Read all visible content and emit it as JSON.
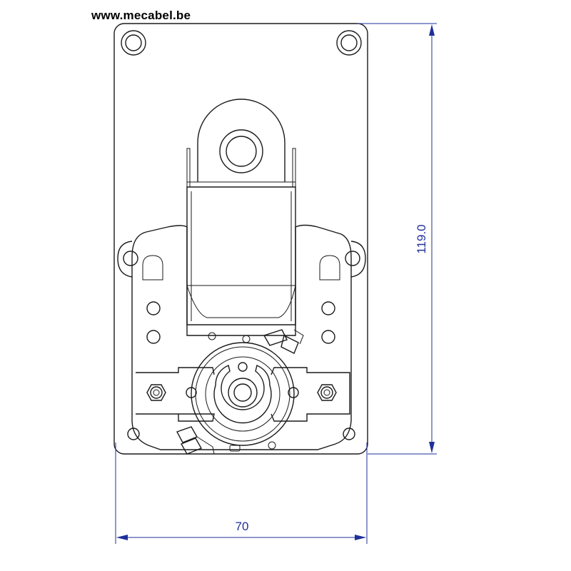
{
  "header": {
    "site_url": "www.mecabel.be"
  },
  "dimensions": {
    "width_label": "70",
    "height_label": "119.0"
  },
  "colors": {
    "outline": "#1a1a1a",
    "dimension": "#1f2f9a",
    "background": "#ffffff"
  }
}
